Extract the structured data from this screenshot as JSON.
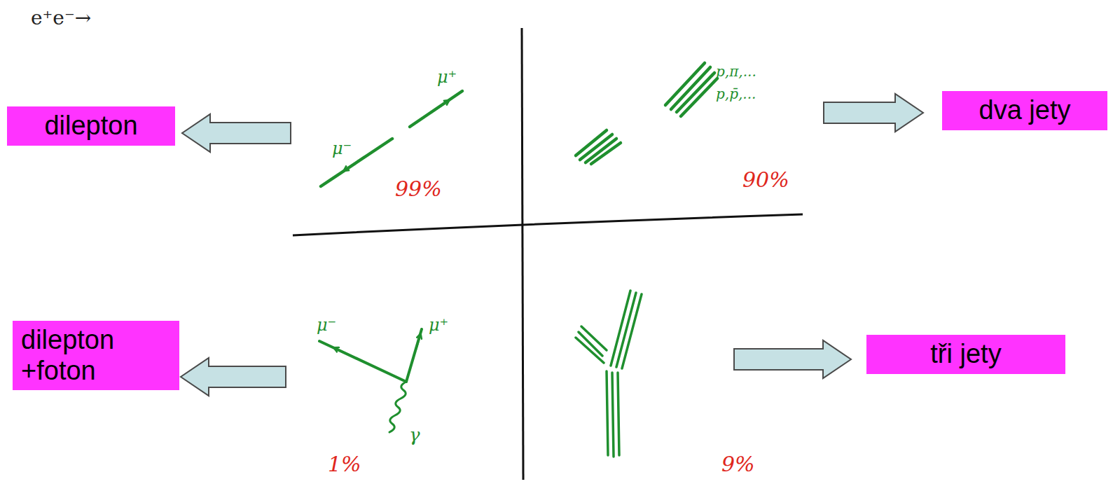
{
  "diagram": {
    "nodes": [
      {
        "text": [
          "dilepton"
        ]
      },
      {
        "text": [
          "dva jety"
        ]
      },
      {
        "text": [
          "dilepton +foton"
        ]
      },
      {
        "text": [
          "tři jety"
        ]
      }
    ],
    "labels": [
      "e⁺e⁻→",
      "μ⁻",
      "μ⁺",
      "99%",
      "p,π,...",
      "p,p̄,...",
      "90%",
      "μ⁻",
      "μ⁺",
      "γ",
      "1%",
      "9%"
    ]
  }
}
